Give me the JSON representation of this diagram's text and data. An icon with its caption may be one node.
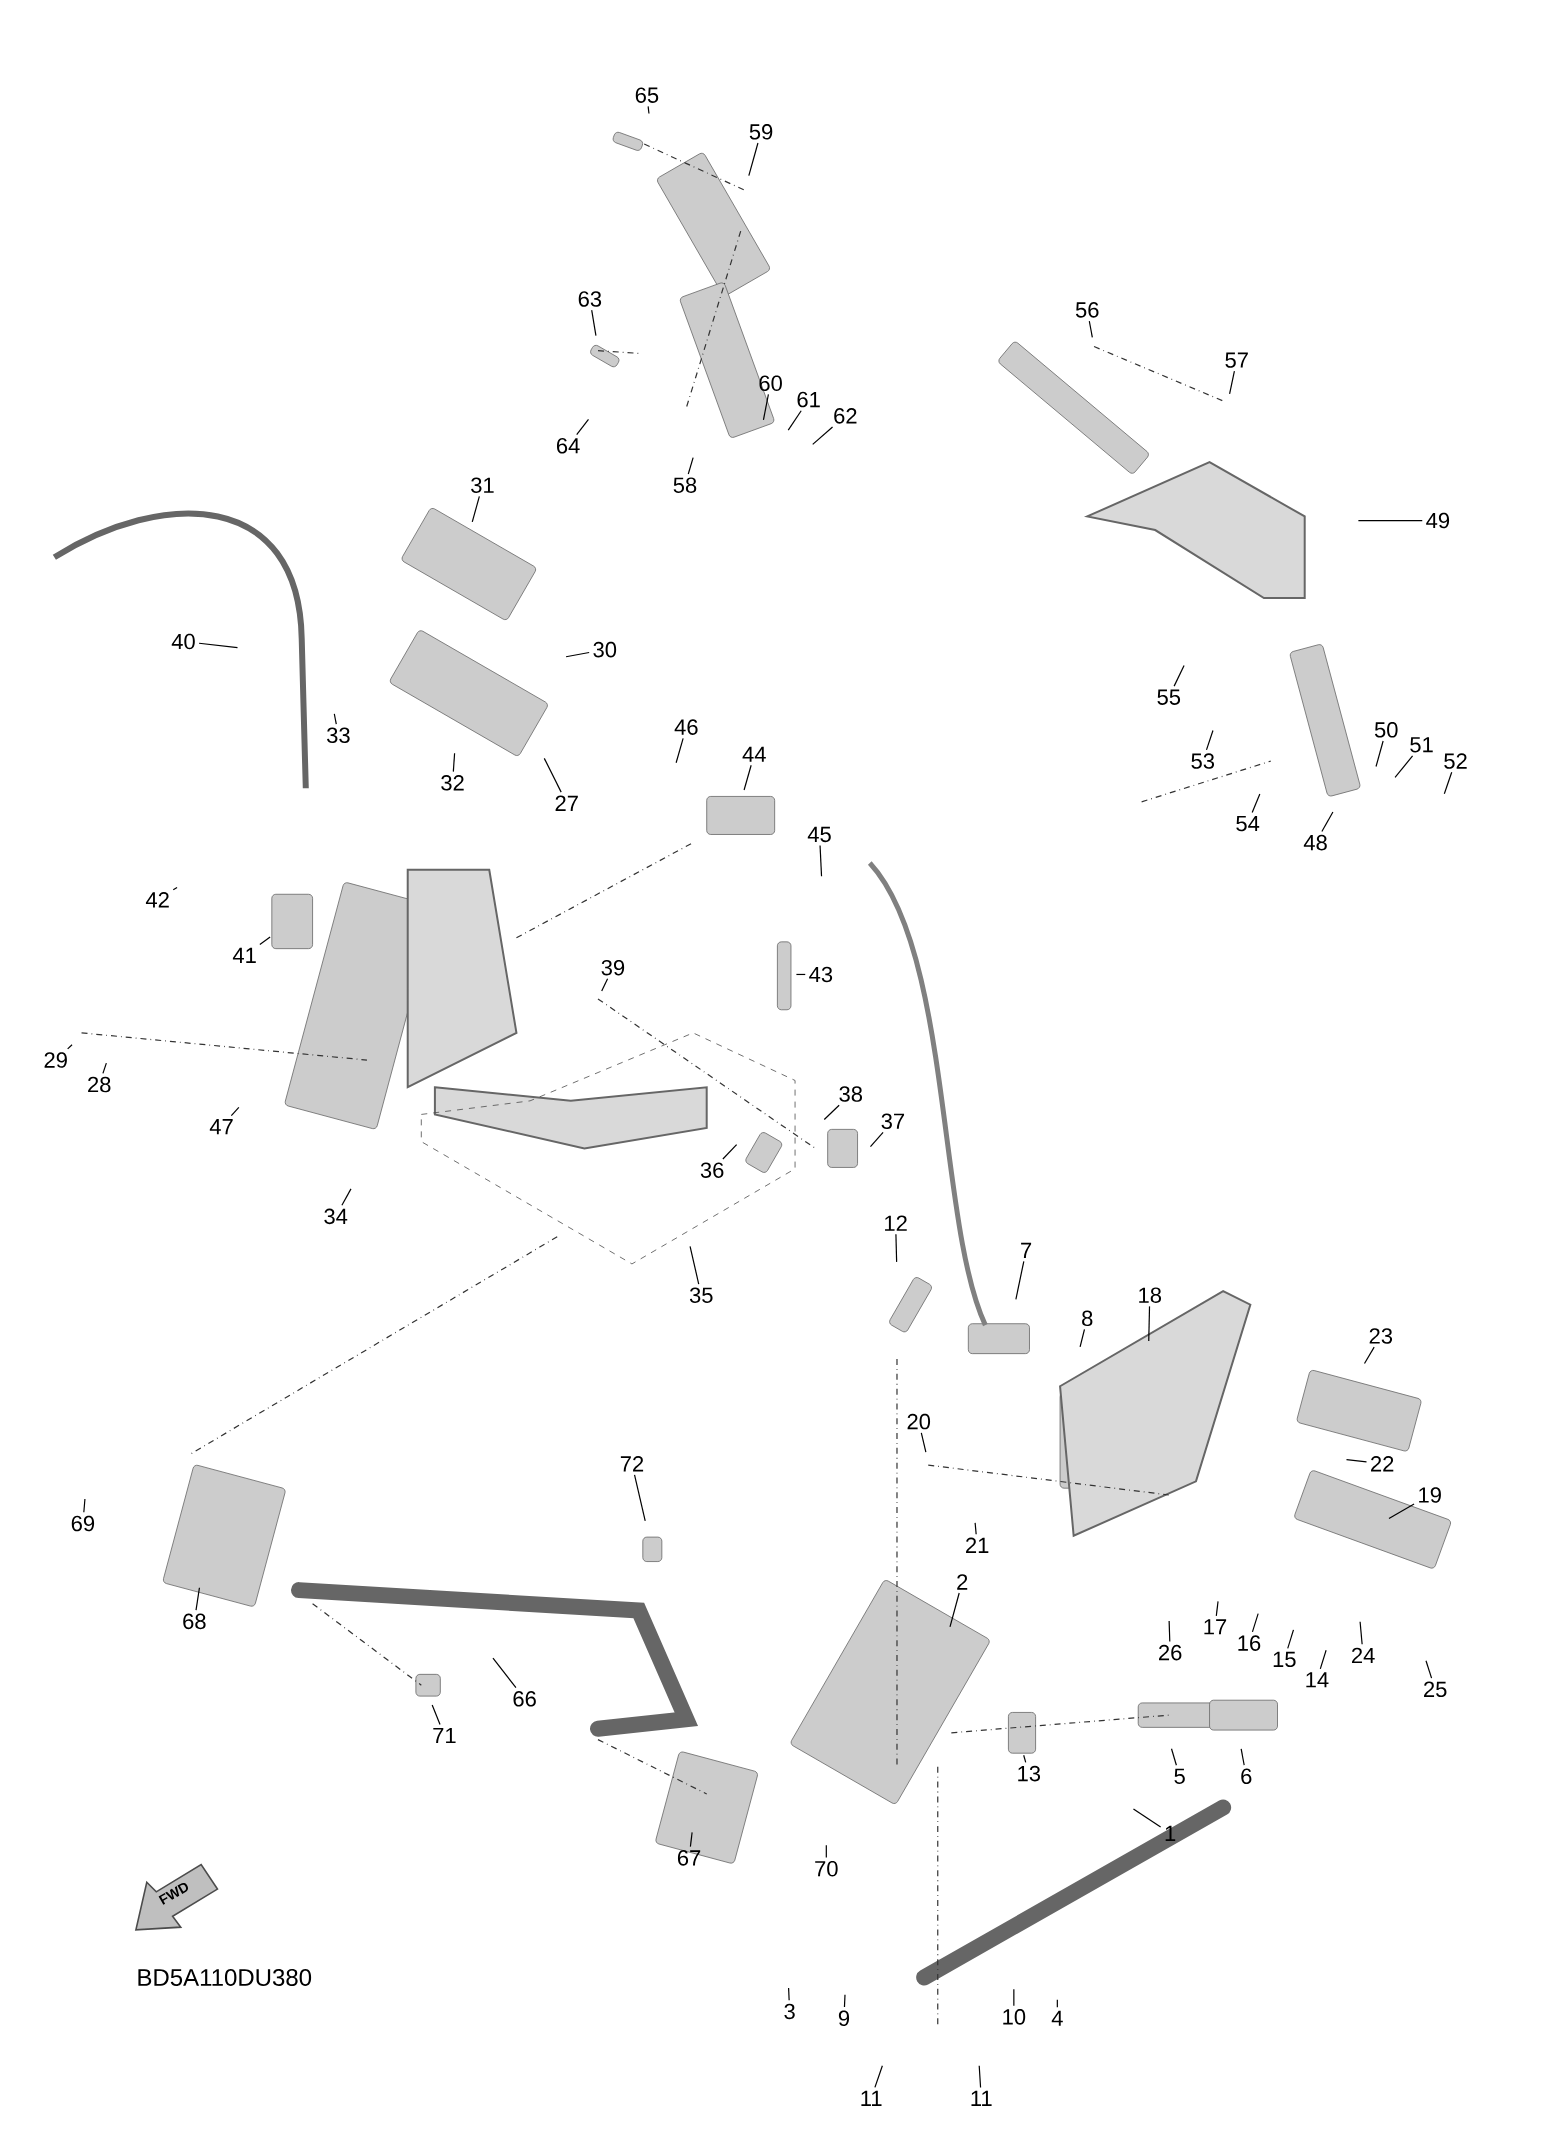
{
  "diagram": {
    "nodes": [
      {
        "text": [
          "65"
        ]
      },
      {
        "text": [
          "59"
        ]
      },
      {
        "text": [
          "63"
        ]
      },
      {
        "text": [
          "64"
        ]
      },
      {
        "text": [
          "58"
        ]
      },
      {
        "text": [
          "60"
        ]
      },
      {
        "text": [
          "61"
        ]
      },
      {
        "text": [
          "62"
        ]
      },
      {
        "text": [
          "56"
        ]
      },
      {
        "text": [
          "57"
        ]
      },
      {
        "text": [
          "49"
        ]
      },
      {
        "text": [
          "55"
        ]
      },
      {
        "text": [
          "53"
        ]
      },
      {
        "text": [
          "54"
        ]
      },
      {
        "text": [
          "48"
        ]
      },
      {
        "text": [
          "50"
        ]
      },
      {
        "text": [
          "51"
        ]
      },
      {
        "text": [
          "52"
        ]
      },
      {
        "text": [
          "31"
        ]
      },
      {
        "text": [
          "40"
        ]
      },
      {
        "text": [
          "30"
        ]
      },
      {
        "text": [
          "33"
        ]
      },
      {
        "text": [
          "32"
        ]
      },
      {
        "text": [
          "27"
        ]
      },
      {
        "text": [
          "46"
        ]
      },
      {
        "text": [
          "44"
        ]
      },
      {
        "text": [
          "45"
        ]
      },
      {
        "text": [
          "42"
        ]
      },
      {
        "text": [
          "41"
        ]
      },
      {
        "text": [
          "43"
        ]
      },
      {
        "text": [
          "39"
        ]
      },
      {
        "text": [
          "29"
        ]
      },
      {
        "text": [
          "28"
        ]
      },
      {
        "text": [
          "47"
        ]
      },
      {
        "text": [
          "38"
        ]
      },
      {
        "text": [
          "37"
        ]
      },
      {
        "text": [
          "36"
        ]
      },
      {
        "text": [
          "34"
        ]
      },
      {
        "text": [
          "35"
        ]
      },
      {
        "text": [
          "12"
        ]
      },
      {
        "text": [
          "7"
        ]
      },
      {
        "text": [
          "8"
        ]
      },
      {
        "text": [
          "18"
        ]
      },
      {
        "text": [
          "23"
        ]
      },
      {
        "text": [
          "20"
        ]
      },
      {
        "text": [
          "21"
        ]
      },
      {
        "text": [
          "22"
        ]
      },
      {
        "text": [
          "19"
        ]
      },
      {
        "text": [
          "72"
        ]
      },
      {
        "text": [
          "69"
        ]
      },
      {
        "text": [
          "68"
        ]
      },
      {
        "text": [
          "17"
        ]
      },
      {
        "text": [
          "16"
        ]
      },
      {
        "text": [
          "15"
        ]
      },
      {
        "text": [
          "14"
        ]
      },
      {
        "text": [
          "24"
        ]
      },
      {
        "text": [
          "25"
        ]
      },
      {
        "text": [
          "26"
        ]
      },
      {
        "text": [
          "2"
        ]
      },
      {
        "text": [
          "71"
        ]
      },
      {
        "text": [
          "66"
        ]
      },
      {
        "text": [
          "5"
        ]
      },
      {
        "text": [
          "6"
        ]
      },
      {
        "text": [
          "13"
        ]
      },
      {
        "text": [
          "67"
        ]
      },
      {
        "text": [
          "70"
        ]
      },
      {
        "text": [
          "1"
        ]
      },
      {
        "text": [
          "3"
        ]
      },
      {
        "text": [
          "9"
        ]
      },
      {
        "text": [
          "10"
        ]
      },
      {
        "text": [
          "4"
        ]
      },
      {
        "text": [
          "11"
        ]
      },
      {
        "text": [
          "11"
        ]
      }
    ],
    "edges": [
      {
        "from": 0,
        "to": null,
        "arrow": "none"
      },
      {
        "from": 1,
        "to": null,
        "arrow": "none"
      },
      {
        "from": 2,
        "to": null,
        "arrow": "none"
      },
      {
        "from": 3,
        "to": null,
        "arrow": "none"
      },
      {
        "from": 4,
        "to": null,
        "arrow": "none"
      },
      {
        "from": 5,
        "to": null,
        "arrow": "none"
      },
      {
        "from": 6,
        "to": null,
        "arrow": "none"
      },
      {
        "from": 7,
        "to": null,
        "arrow": "none"
      },
      {
        "from": 8,
        "to": null,
        "arrow": "none"
      },
      {
        "from": 9,
        "to": null,
        "arrow": "none"
      },
      {
        "from": 10,
        "to": null,
        "arrow": "none"
      },
      {
        "from": 11,
        "to": null,
        "arrow": "none"
      },
      {
        "from": 12,
        "to": null,
        "arrow": "none"
      },
      {
        "from": 13,
        "to": null,
        "arrow": "none"
      },
      {
        "from": 14,
        "to": null,
        "arrow": "none"
      },
      {
        "from": 15,
        "to": null,
        "arrow": "none"
      },
      {
        "from": 16,
        "to": null,
        "arrow": "none"
      },
      {
        "from": 17,
        "to": null,
        "arrow": "none"
      },
      {
        "from": 18,
        "to": null,
        "arrow": "none"
      },
      {
        "from": 19,
        "to": null,
        "arrow": "none"
      },
      {
        "from": 20,
        "to": null,
        "arrow": "none"
      },
      {
        "from": 21,
        "to": null,
        "arrow": "none"
      },
      {
        "from": 22,
        "to": null,
        "arrow": "none"
      },
      {
        "from": 23,
        "to": null,
        "arrow": "none"
      },
      {
        "from": 24,
        "to": null,
        "arrow": "none"
      },
      {
        "from": 25,
        "to": null,
        "arrow": "none"
      },
      {
        "from": 26,
        "to": null,
        "arrow": "none"
      },
      {
        "from": 27,
        "to": null,
        "arrow": "none"
      },
      {
        "from": 28,
        "to": null,
        "arrow": "none"
      },
      {
        "from": 29,
        "to": null,
        "arrow": "none"
      },
      {
        "from": 30,
        "to": null,
        "arrow": "none"
      },
      {
        "from": 31,
        "to": null,
        "arrow": "none"
      },
      {
        "from": 32,
        "to": null,
        "arrow": "none"
      },
      {
        "from": 33,
        "to": null,
        "arrow": "none"
      },
      {
        "from": 34,
        "to": null,
        "arrow": "none"
      },
      {
        "from": 35,
        "to": null,
        "arrow": "none"
      },
      {
        "from": 36,
        "to": null,
        "arrow": "none"
      },
      {
        "from": 37,
        "to": null,
        "arrow": "none"
      },
      {
        "from": 38,
        "to": null,
        "arrow": "none"
      },
      {
        "from": 39,
        "to": null,
        "arrow": "none"
      },
      {
        "from": 40,
        "to": null,
        "arrow": "none"
      },
      {
        "from": 41,
        "to": null,
        "arrow": "none"
      },
      {
        "from": 42,
        "to": null,
        "arrow": "none"
      },
      {
        "from": 43,
        "to": null,
        "arrow": "none"
      },
      {
        "from": 44,
        "to": null,
        "arrow": "none"
      },
      {
        "from": 45,
        "to": null,
        "arrow": "none"
      },
      {
        "from": 46,
        "to": null,
        "arrow": "none"
      },
      {
        "from": 47,
        "to": null,
        "arrow": "none"
      },
      {
        "from": 48,
        "to": null,
        "arrow": "none"
      },
      {
        "from": 49,
        "to": null,
        "arrow": "none"
      },
      {
        "from": 50,
        "to": null,
        "arrow": "none"
      },
      {
        "from": 51,
        "to": null,
        "arrow": "none"
      },
      {
        "from": 52,
        "to": null,
        "arrow": "none"
      },
      {
        "from": 53,
        "to": null,
        "arrow": "none"
      },
      {
        "from": 54,
        "to": null,
        "arrow": "none"
      },
      {
        "from": 55,
        "to": null,
        "arrow": "none"
      },
      {
        "from": 56,
        "to": null,
        "arrow": "none"
      },
      {
        "from": 57,
        "to": null,
        "arrow": "none"
      },
      {
        "from": 58,
        "to": null,
        "arrow": "none"
      },
      {
        "from": 59,
        "to": null,
        "arrow": "none"
      },
      {
        "from": 60,
        "to": null,
        "arrow": "none"
      },
      {
        "from": 61,
        "to": null,
        "arrow": "none"
      },
      {
        "from": 62,
        "to": null,
        "arrow": "none"
      },
      {
        "from": 63,
        "to": null,
        "arrow": "none"
      },
      {
        "from": 64,
        "to": null,
        "arrow": "none"
      },
      {
        "from": 65,
        "to": null,
        "arrow": "none"
      },
      {
        "from": 66,
        "to": null,
        "arrow": "none"
      },
      {
        "from": 67,
        "to": null,
        "arrow": "none"
      },
      {
        "from": 68,
        "to": null,
        "arrow": "none"
      },
      {
        "from": 69,
        "to": null,
        "arrow": "none"
      },
      {
        "from": 70,
        "to": null,
        "arrow": "none"
      },
      {
        "from": 71,
        "to": null,
        "arrow": "none"
      },
      {
        "from": 72,
        "to": null,
        "arrow": "none"
      }
    ],
    "labels": [
      "FWD",
      "BD5A110DU380"
    ]
  }
}
